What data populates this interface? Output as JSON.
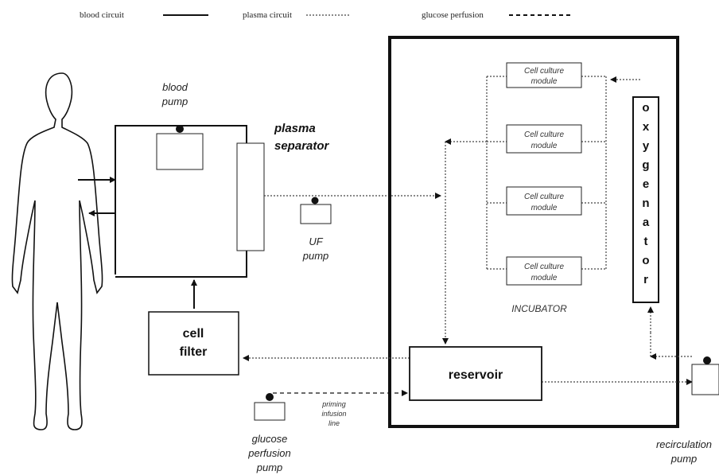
{
  "legend": {
    "blood_circuit": "blood circuit",
    "plasma_circuit": "plasma circuit",
    "glucose_perfusion": "glucose perfusion"
  },
  "labels": {
    "blood_pump_line1": "blood",
    "blood_pump_line2": "pump",
    "plasma_separator_line1": "plasma",
    "plasma_separator_line2": "separator",
    "uf_pump_line1": "UF",
    "uf_pump_line2": "pump",
    "cell_filter_line1": "cell",
    "cell_filter_line2": "filter",
    "reservoir": "reservoir",
    "incubator": "INCUBATOR",
    "priming_line1": "priming",
    "priming_line2": "infusion",
    "priming_line3": "line",
    "glucose_pump_line1": "glucose",
    "glucose_pump_line2": "perfusion",
    "glucose_pump_line3": "pump",
    "recirculation_line1": "recirculation",
    "recirculation_line2": "pump",
    "oxygenator": [
      "o",
      "x",
      "y",
      "g",
      "e",
      "n",
      "a",
      "t",
      "o",
      "r"
    ]
  },
  "modules": [
    {
      "line1": "Cell culture",
      "line2": "module"
    },
    {
      "line1": "Cell culture",
      "line2": "module"
    },
    {
      "line1": "Cell culture",
      "line2": "module"
    },
    {
      "line1": "Cell culture",
      "line2": "module"
    }
  ]
}
